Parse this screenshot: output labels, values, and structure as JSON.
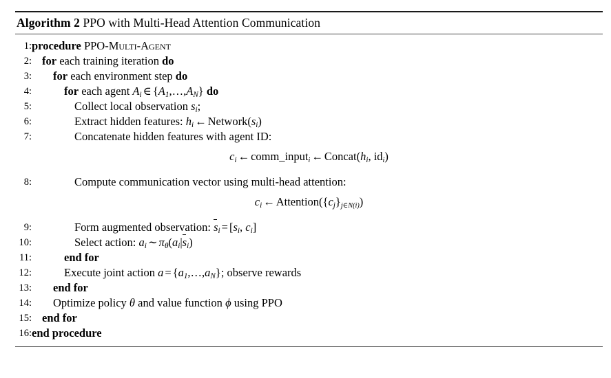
{
  "algorithm": {
    "label": "Algorithm 2",
    "title": "PPO with Multi-Head Attention Communication",
    "number": "2",
    "name": "PPO with Multi-Head Attention Communication",
    "lines": [
      {
        "number": "1:",
        "indent": 0,
        "text": "procedure PPO-MULTI-AGENT",
        "keyword": "procedure",
        "name": "PPO-Multi-Agent"
      },
      {
        "number": "2:",
        "indent": 1,
        "text": "for each training iteration do",
        "keyword_start": "for",
        "body": "each training iteration",
        "keyword_end": "do"
      },
      {
        "number": "3:",
        "indent": 2,
        "text": "for each environment step do",
        "keyword_start": "for",
        "body": "each environment step",
        "keyword_end": "do"
      },
      {
        "number": "4:",
        "indent": 3,
        "text": "for each agent A_i ∈ {A_1, ..., A_N} do",
        "keyword_start": "for",
        "body": "each agent",
        "math": "A_i ∈ {A_1, … , A_N}",
        "keyword_end": "do"
      },
      {
        "number": "5:",
        "indent": 4,
        "text": "Collect local observation s_i;",
        "body": "Collect local observation",
        "math": "s_i;"
      },
      {
        "number": "6:",
        "indent": 4,
        "text": "Extract hidden features: h_i ← Network(s_i)",
        "body": "Extract hidden features:",
        "math": "h_i ← Network(s_i)"
      },
      {
        "number": "7:",
        "indent": 4,
        "text": "Concatenate hidden features with agent ID:",
        "body": "Concatenate hidden features with agent ID:"
      },
      {
        "number": "",
        "indent": 0,
        "type": "equation",
        "text": "c_i ← comm_input_i ← Concat(h_i, id_i)"
      },
      {
        "number": "8:",
        "indent": 4,
        "text": "Compute communication vector using multi-head attention:",
        "body": "Compute communication vector using multi-head attention:"
      },
      {
        "number": "",
        "indent": 0,
        "type": "equation",
        "text": "c_i ← Attention({c_j}_{j∈N(i)})"
      },
      {
        "number": "9:",
        "indent": 4,
        "text": "Form augmented observation: s̄_i = [s_i, c_i]",
        "body": "Form augmented observation:",
        "math": "s̄_i = [s_i, c_i]"
      },
      {
        "number": "10:",
        "indent": 4,
        "text": "Select action: a_i ∼ π_θ(a_i|s̄_i)",
        "body": "Select action:",
        "math": "a_i ∼ π_θ(a_i|s̄_i)"
      },
      {
        "number": "11:",
        "indent": 3,
        "text": "end for",
        "keyword": "end for"
      },
      {
        "number": "12:",
        "indent": 3,
        "text": "Execute joint action a = {a_1, ..., a_N}; observe rewards",
        "body": "Execute joint action",
        "math": "a = {a_1, … , a_N};",
        "body_end": "observe rewards"
      },
      {
        "number": "13:",
        "indent": 2,
        "text": "end for",
        "keyword": "end for"
      },
      {
        "number": "14:",
        "indent": 2,
        "text": "Optimize policy θ and value function φ using PPO",
        "body": "Optimize policy θ and value function φ using PPO"
      },
      {
        "number": "15:",
        "indent": 1,
        "text": "end for",
        "keyword": "end for"
      },
      {
        "number": "16:",
        "indent": 0,
        "text": "end procedure",
        "keyword": "end procedure"
      }
    ]
  },
  "lineno": {
    "n1": "1:",
    "n2": "2:",
    "n3": "3:",
    "n4": "4:",
    "n5": "5:",
    "n6": "6:",
    "n7": "7:",
    "n8": "8:",
    "n9": "9:",
    "n10": "10:",
    "n11": "11:",
    "n12": "12:",
    "n13": "13:",
    "n14": "14:",
    "n15": "15:",
    "n16": "16:"
  },
  "tokens": {
    "algorithm_label": "Algorithm 2",
    "title_text": "PPO with Multi-Head Attention Communication",
    "procedure": "procedure",
    "proc_name": "PPO-Multi-Agent",
    "for": "for",
    "do": "do",
    "each_training_iteration": "each training iteration",
    "each_environment_step": "each environment step",
    "each_agent": "each agent",
    "collect_local_observation": "Collect local observation",
    "extract_hidden_features": "Extract hidden features:",
    "concatenate_hidden": "Concatenate hidden features with agent ID:",
    "compute_comm_vector": "Compute communication vector using multi-head attention:",
    "form_augmented": "Form augmented observation:",
    "select_action": "Select action:",
    "end_for": "end for",
    "execute_joint_action": "Execute joint action",
    "observe_rewards": "; observe rewards",
    "optimize_policy": "Optimize policy",
    "and_value_function": "and value function",
    "using_ppo": "using PPO",
    "end_procedure": "end procedure",
    "network": "Network",
    "concat": "Concat",
    "attention": "Attention",
    "comm_input": "comm_input",
    "id": "id"
  },
  "colors": {
    "text": "#000000",
    "rule": "#1a1a1a",
    "rule_light": "#444444",
    "background": "#ffffff"
  }
}
